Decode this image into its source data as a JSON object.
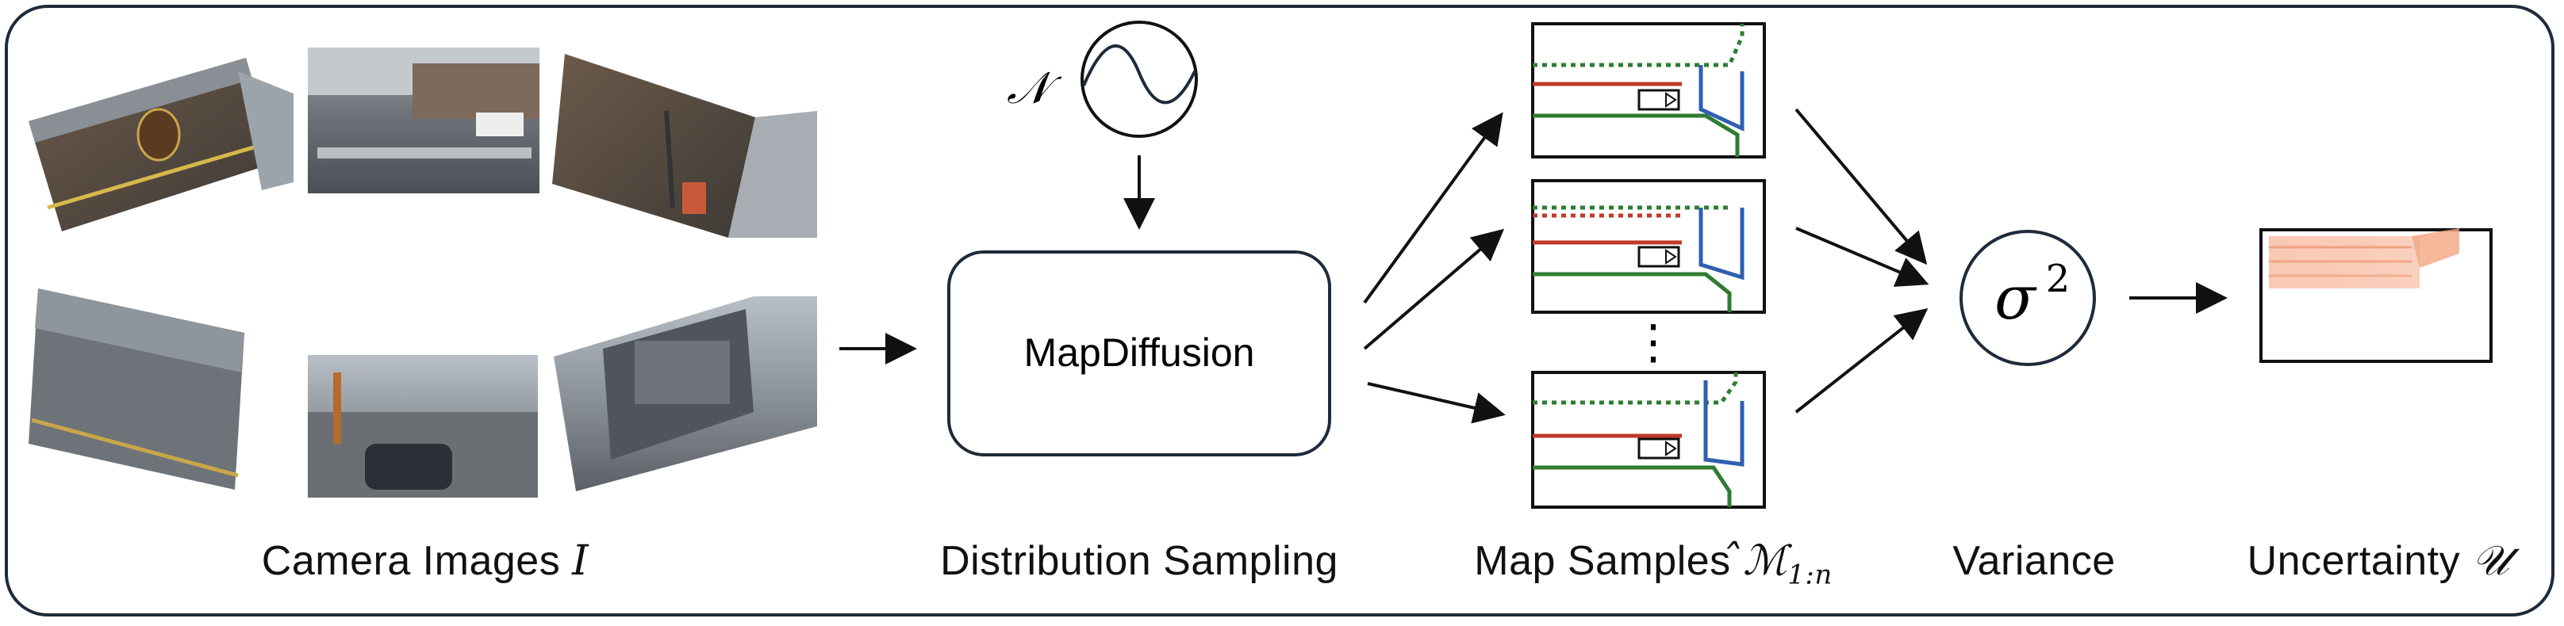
{
  "captions": {
    "camera_images": "Camera Images",
    "camera_images_symbol": "I",
    "distribution_sampling": "Distribution Sampling",
    "map_samples": "Map Samples",
    "map_samples_symbol": "̂ℳ",
    "map_samples_subscript": "1:n",
    "variance": "Variance",
    "uncertainty": "Uncertainty",
    "uncertainty_symbol": "𝒰"
  },
  "nodes": {
    "model_label": "MapDiffusion",
    "noise_symbol": "𝒩",
    "variance_symbol": "σ",
    "variance_exponent": "2",
    "ellipsis": "⋮"
  },
  "colors": {
    "frame": "#1d2b3a",
    "road_divider_red": "#c0392b",
    "boundary_green": "#2e7d32",
    "crossing_blue": "#2f5fb0",
    "uncertainty_orange": "#f4a582"
  },
  "camera_images_count": 6,
  "map_sample_count_drawn": 3
}
